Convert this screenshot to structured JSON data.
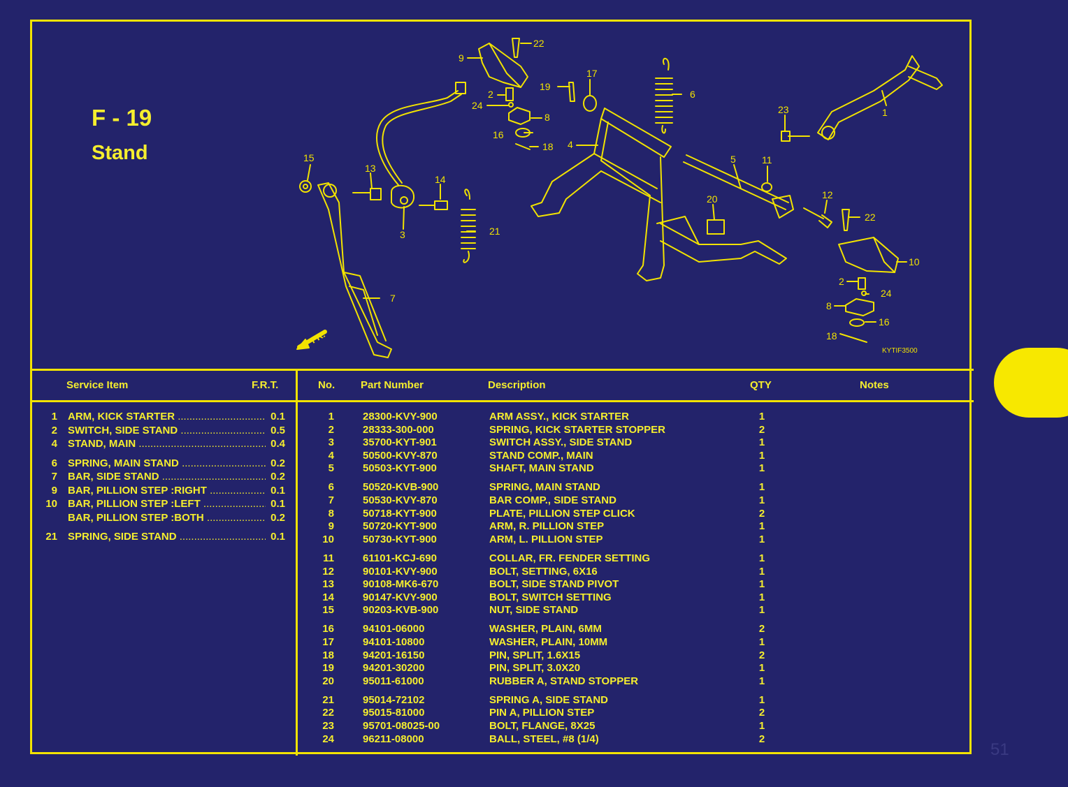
{
  "figure": {
    "id": "F - 19",
    "title": "Stand",
    "code": "KYTIF3500",
    "direction": "FR."
  },
  "service_header": {
    "item": "Service Item",
    "frt": "F.R.T."
  },
  "service_items": [
    {
      "no": "1",
      "name": "ARM, KICK STARTER",
      "frt": "0.1"
    },
    {
      "no": "2",
      "name": "SWITCH, SIDE STAND",
      "frt": "0.5"
    },
    {
      "no": "4",
      "name": "STAND, MAIN",
      "frt": "0.4"
    },
    {
      "no": "6",
      "name": "SPRING, MAIN STAND",
      "frt": "0.2"
    },
    {
      "no": "7",
      "name": "BAR, SIDE STAND",
      "frt": "0.2"
    },
    {
      "no": "9",
      "name": "BAR, PILLION STEP :RIGHT",
      "frt": "0.1"
    },
    {
      "no": "10",
      "name": "BAR, PILLION STEP :LEFT",
      "frt": "0.1"
    },
    {
      "no": "",
      "name": "BAR, PILLION STEP :BOTH",
      "frt": "0.2"
    },
    {
      "no": "21",
      "name": "SPRING, SIDE STAND",
      "frt": "0.1"
    }
  ],
  "parts_header": {
    "no": "No.",
    "part_number": "Part Number",
    "description": "Description",
    "qty": "QTY",
    "notes": "Notes"
  },
  "parts": [
    {
      "no": "1",
      "pn": "28300-KVY-900",
      "desc": "ARM ASSY., KICK STARTER",
      "qty": "1"
    },
    {
      "no": "2",
      "pn": "28333-300-000",
      "desc": "SPRING, KICK STARTER STOPPER",
      "qty": "2"
    },
    {
      "no": "3",
      "pn": "35700-KYT-901",
      "desc": "SWITCH ASSY., SIDE STAND",
      "qty": "1"
    },
    {
      "no": "4",
      "pn": "50500-KVY-870",
      "desc": "STAND COMP., MAIN",
      "qty": "1"
    },
    {
      "no": "5",
      "pn": "50503-KYT-900",
      "desc": "SHAFT, MAIN STAND",
      "qty": "1"
    },
    {
      "no": "6",
      "pn": "50520-KVB-900",
      "desc": "SPRING, MAIN STAND",
      "qty": "1"
    },
    {
      "no": "7",
      "pn": "50530-KVY-870",
      "desc": "BAR COMP., SIDE STAND",
      "qty": "1"
    },
    {
      "no": "8",
      "pn": "50718-KYT-900",
      "desc": "PLATE, PILLION STEP CLICK",
      "qty": "2"
    },
    {
      "no": "9",
      "pn": "50720-KYT-900",
      "desc": "ARM, R. PILLION STEP",
      "qty": "1"
    },
    {
      "no": "10",
      "pn": "50730-KYT-900",
      "desc": "ARM, L. PILLION STEP",
      "qty": "1"
    },
    {
      "no": "11",
      "pn": "61101-KCJ-690",
      "desc": "COLLAR, FR. FENDER SETTING",
      "qty": "1"
    },
    {
      "no": "12",
      "pn": "90101-KVY-900",
      "desc": "BOLT, SETTING, 6X16",
      "qty": "1"
    },
    {
      "no": "13",
      "pn": "90108-MK6-670",
      "desc": "BOLT, SIDE STAND PIVOT",
      "qty": "1"
    },
    {
      "no": "14",
      "pn": "90147-KVY-900",
      "desc": "BOLT, SWITCH SETTING",
      "qty": "1"
    },
    {
      "no": "15",
      "pn": "90203-KVB-900",
      "desc": "NUT, SIDE STAND",
      "qty": "1"
    },
    {
      "no": "16",
      "pn": "94101-06000",
      "desc": "WASHER, PLAIN, 6MM",
      "qty": "2"
    },
    {
      "no": "17",
      "pn": "94101-10800",
      "desc": "WASHER, PLAIN, 10MM",
      "qty": "1"
    },
    {
      "no": "18",
      "pn": "94201-16150",
      "desc": "PIN, SPLIT, 1.6X15",
      "qty": "2"
    },
    {
      "no": "19",
      "pn": "94201-30200",
      "desc": "PIN, SPLIT, 3.0X20",
      "qty": "1"
    },
    {
      "no": "20",
      "pn": "95011-61000",
      "desc": "RUBBER A, STAND STOPPER",
      "qty": "1"
    },
    {
      "no": "21",
      "pn": "95014-72102",
      "desc": "SPRING A, SIDE STAND",
      "qty": "1"
    },
    {
      "no": "22",
      "pn": "95015-81000",
      "desc": "PIN A, PILLION STEP",
      "qty": "2"
    },
    {
      "no": "23",
      "pn": "95701-08025-00",
      "desc": "BOLT, FLANGE, 8X25",
      "qty": "1"
    },
    {
      "no": "24",
      "pn": "96211-08000",
      "desc": "BALL, STEEL, #8 (1/4)",
      "qty": "2"
    }
  ],
  "callouts": [
    "1",
    "2",
    "3",
    "4",
    "5",
    "6",
    "7",
    "8",
    "9",
    "10",
    "11",
    "12",
    "13",
    "14",
    "15",
    "16",
    "17",
    "18",
    "19",
    "20",
    "21",
    "22",
    "23",
    "24"
  ],
  "page": {
    "number": "51"
  },
  "colors": {
    "background": "#23236b",
    "accent": "#f2e300"
  }
}
